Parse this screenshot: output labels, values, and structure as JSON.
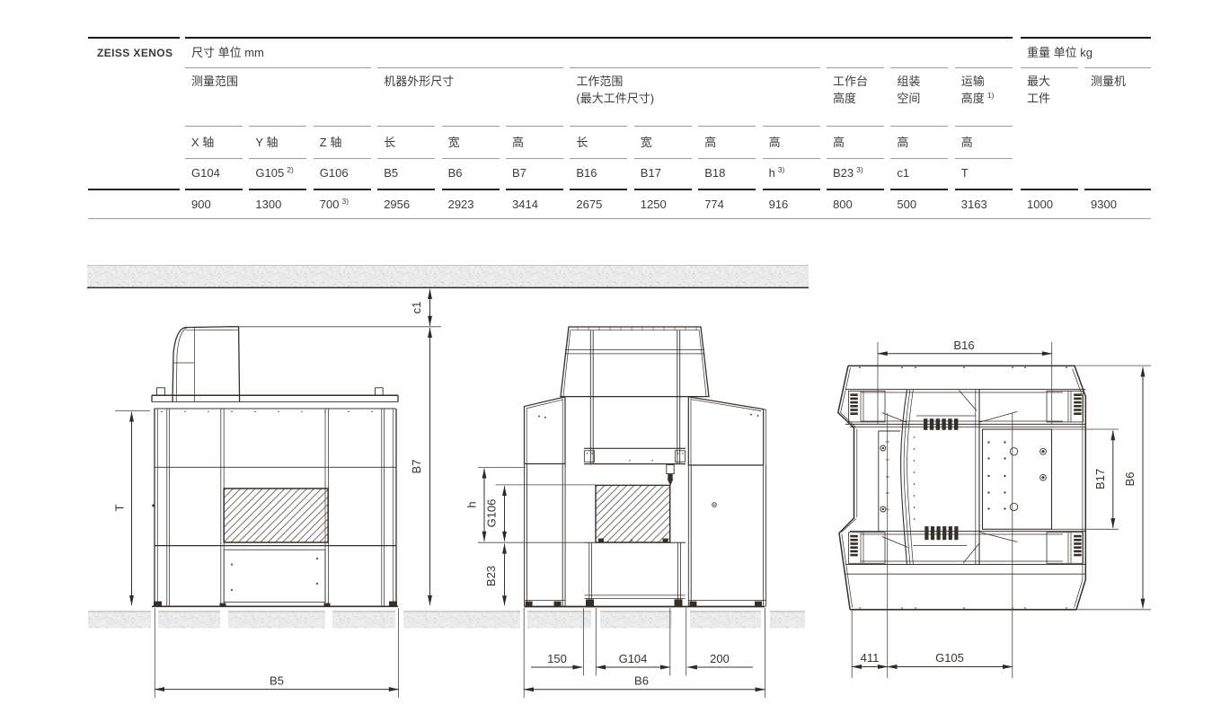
{
  "brand": "ZEISS XENOS",
  "table": {
    "unit_dim": "尺寸 单位 mm",
    "unit_weight": "重量 单位 kg",
    "groups": [
      {
        "label1": "测量范围",
        "label2": "",
        "sup": ""
      },
      {
        "label1": "机器外形尺寸",
        "label2": "",
        "sup": ""
      },
      {
        "label1": "工作范围",
        "label2": "(最大工件尺寸)",
        "sup": ""
      },
      {
        "label1": "工作台",
        "label2": "高度",
        "sup": ""
      },
      {
        "label1": "组装",
        "label2": "空间",
        "sup": ""
      },
      {
        "label1": "运输",
        "label2": "高度",
        "sup": "1)"
      },
      {
        "label1": "最大",
        "label2": "工件",
        "sup": ""
      },
      {
        "label1": "测量机",
        "label2": "",
        "sup": ""
      }
    ],
    "columns": [
      {
        "axis": "X 轴",
        "code": "G104",
        "code_sup": "",
        "value": "900",
        "value_sup": ""
      },
      {
        "axis": "Y 轴",
        "code": "G105",
        "code_sup": "2)",
        "value": "1300",
        "value_sup": ""
      },
      {
        "axis": "Z 轴",
        "code": "G106",
        "code_sup": "",
        "value": "700",
        "value_sup": "3)"
      },
      {
        "axis": "长",
        "code": "B5",
        "code_sup": "",
        "value": "2956",
        "value_sup": ""
      },
      {
        "axis": "宽",
        "code": "B6",
        "code_sup": "",
        "value": "2923",
        "value_sup": ""
      },
      {
        "axis": "高",
        "code": "B7",
        "code_sup": "",
        "value": "3414",
        "value_sup": ""
      },
      {
        "axis": "长",
        "code": "B16",
        "code_sup": "",
        "value": "2675",
        "value_sup": ""
      },
      {
        "axis": "宽",
        "code": "B17",
        "code_sup": "",
        "value": "1250",
        "value_sup": ""
      },
      {
        "axis": "高",
        "code": "B18",
        "code_sup": "",
        "value": "774",
        "value_sup": ""
      },
      {
        "axis": "高",
        "code": "h",
        "code_sup": "3)",
        "value": "916",
        "value_sup": ""
      },
      {
        "axis": "高",
        "code": "B23",
        "code_sup": "3)",
        "value": "800",
        "value_sup": ""
      },
      {
        "axis": "高",
        "code": "c1",
        "code_sup": "",
        "value": "500",
        "value_sup": ""
      },
      {
        "axis": "高",
        "code": "T",
        "code_sup": "",
        "value": "3163",
        "value_sup": ""
      },
      {
        "axis": "",
        "code": "",
        "code_sup": "",
        "value": "1000",
        "value_sup": ""
      },
      {
        "axis": "",
        "code": "",
        "code_sup": "",
        "value": "9300",
        "value_sup": ""
      }
    ]
  },
  "drawings": {
    "front": {
      "dim_c1": "c1",
      "dim_b7": "B7",
      "dim_t": "T",
      "dim_b5": "B5"
    },
    "side": {
      "dim_h": "h",
      "dim_g106": "G106",
      "dim_b23": "B23",
      "dim_150": "150",
      "dim_g104": "G104",
      "dim_200": "200",
      "dim_b6": "B6"
    },
    "top": {
      "dim_b16": "B16",
      "dim_b17": "B17",
      "dim_b6": "B6",
      "dim_411": "411",
      "dim_g105": "G105"
    }
  }
}
